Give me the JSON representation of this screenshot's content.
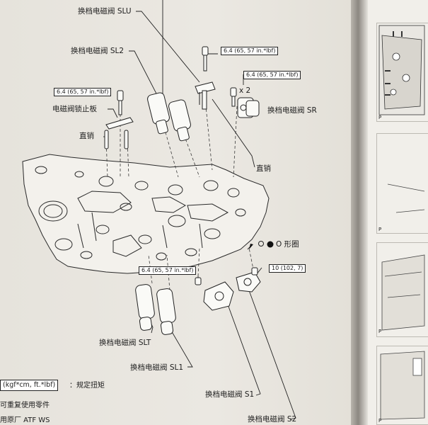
{
  "labels": {
    "slu": "换档电磁阀 SLU",
    "sl2": "换档电磁阀 SL2",
    "lock_plate": "电磁阀锁止板",
    "pin_left": "直销",
    "pin_right": "直销",
    "sr": "换档电磁阀 SR",
    "x2": "x 2",
    "oring": "O 形圈",
    "slt": "换档电磁阀 SLT",
    "sl1": "换档电磁阀 SL1",
    "s1": "换档电磁阀 S1",
    "s2": "换档电磁阀 S2"
  },
  "torques": {
    "t1": "6.4 (65, 57 in.*lbf)",
    "t2": "6.4 (65, 57 in.*lbf)",
    "t3": "6.4 (65, 57 in.*lbf)",
    "t4": "6.4 (65, 57 in.*lbf)",
    "t5": "10 (102, 7)"
  },
  "legend": {
    "unit_box": "(kgf*cm, ft.*lbf)",
    "unit_text": "：规定扭矩",
    "reuse": "可重复使用零件",
    "atf": "用原厂 ATF WS"
  },
  "right_page": {
    "p1": "P",
    "p2": "P",
    "p3": "P",
    "p4": "P"
  }
}
